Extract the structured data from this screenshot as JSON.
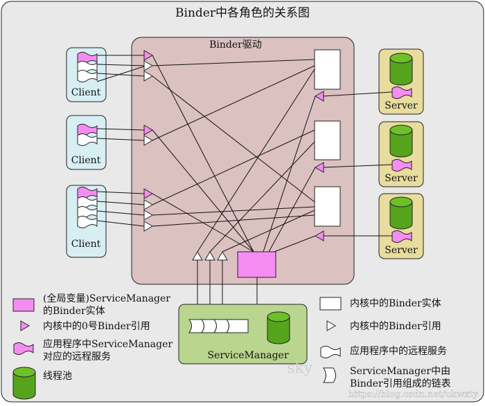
{
  "title": "Binder中各角色的关系图",
  "driver_label": "Binder驱动",
  "clients": [
    {
      "label": "Client"
    },
    {
      "label": "Client"
    },
    {
      "label": "Client"
    }
  ],
  "servers": [
    {
      "label": "Server"
    },
    {
      "label": "Server"
    },
    {
      "label": "Server"
    }
  ],
  "service_manager_label": "ServiceManager",
  "legend": {
    "left": [
      {
        "icon": "pink-rect",
        "lines": [
          "(全局变量)ServiceManager",
          "的Binder实体"
        ]
      },
      {
        "icon": "pink-triangle",
        "lines": [
          "内核中的0号Binder引用"
        ]
      },
      {
        "icon": "pink-flag",
        "lines": [
          "应用程序中ServiceManager",
          "对应的远程服务"
        ]
      },
      {
        "icon": "green-cylinder",
        "lines": [
          "线程池"
        ]
      }
    ],
    "right": [
      {
        "icon": "white-rect",
        "lines": [
          "内核中的Binder实体"
        ]
      },
      {
        "icon": "white-triangle",
        "lines": [
          "内核中的Binder引用"
        ]
      },
      {
        "icon": "white-flag",
        "lines": [
          "应用程序中的远程服务"
        ]
      },
      {
        "icon": "white-flag-chain",
        "lines": [
          "ServiceManager中由",
          "Binder引用组成的链表"
        ]
      }
    ]
  },
  "watermark": "sky",
  "url_watermark": "https://blog.csdn.net/ukwxty",
  "colors": {
    "outer_bg": "#e9e9e9",
    "driver_bg": "#dcc1c1",
    "client_bg": "#d7eef3",
    "server_bg": "#e8dc9e",
    "sm_bg": "#b9d58e",
    "pink": "#f58cf2",
    "green": "#55a41c"
  }
}
